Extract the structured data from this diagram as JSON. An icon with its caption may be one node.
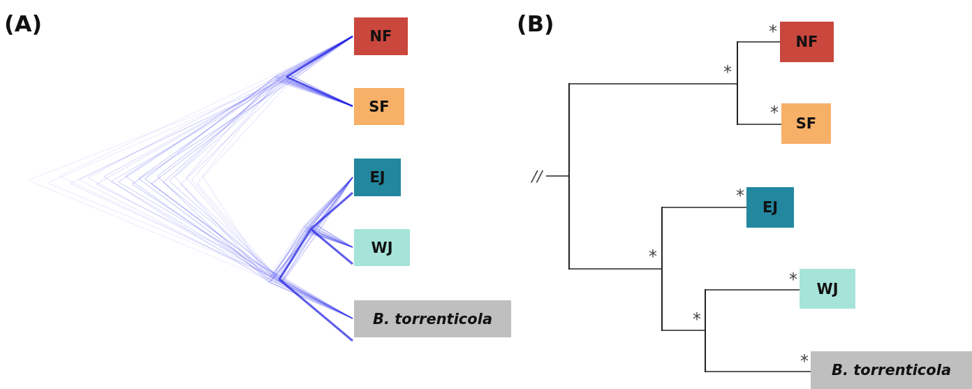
{
  "diagram": {
    "nodes": [
      {
        "text": [
          "NF"
        ]
      },
      {
        "text": [
          "SF"
        ]
      },
      {
        "text": [
          "EJ"
        ]
      },
      {
        "text": [
          "WJ"
        ]
      },
      {
        "text": [
          "B. torrenticola"
        ]
      },
      {
        "text": [
          "NF"
        ],
        "beside": [
          "*"
        ]
      },
      {
        "text": [
          "SF"
        ],
        "beside": [
          "*"
        ]
      },
      {
        "text": [
          "EJ"
        ],
        "beside": [
          "*"
        ]
      },
      {
        "text": [
          "WJ"
        ],
        "beside": [
          "*"
        ]
      },
      {
        "text": [
          "B. torrenticola"
        ],
        "beside": [
          "*"
        ]
      },
      {
        "text": [],
        "shape": "bar"
      },
      {
        "text": [],
        "shape": "bar",
        "beside": [
          "*"
        ]
      },
      {
        "text": [],
        "shape": "bar",
        "beside": [
          "*"
        ]
      },
      {
        "text": [],
        "shape": "bar",
        "beside": [
          "*"
        ]
      },
      {
        "text": [
          "//"
        ]
      }
    ],
    "edges": [
      {
        "from": 14,
        "to": 10,
        "arrow": "none"
      },
      {
        "from": 10,
        "to": 13,
        "arrow": "none"
      },
      {
        "from": 13,
        "to": 5,
        "arrow": "none"
      },
      {
        "from": 13,
        "to": 6,
        "arrow": "none"
      },
      {
        "from": 10,
        "to": 11,
        "arrow": "none"
      },
      {
        "from": 11,
        "to": 7,
        "arrow": "none"
      },
      {
        "from": 11,
        "to": 12,
        "arrow": "none"
      },
      {
        "from": 12,
        "to": 8,
        "arrow": "none"
      },
      {
        "from": 12,
        "to": 9,
        "arrow": "none"
      }
    ],
    "labels": [
      "(A)",
      "(B)"
    ]
  }
}
